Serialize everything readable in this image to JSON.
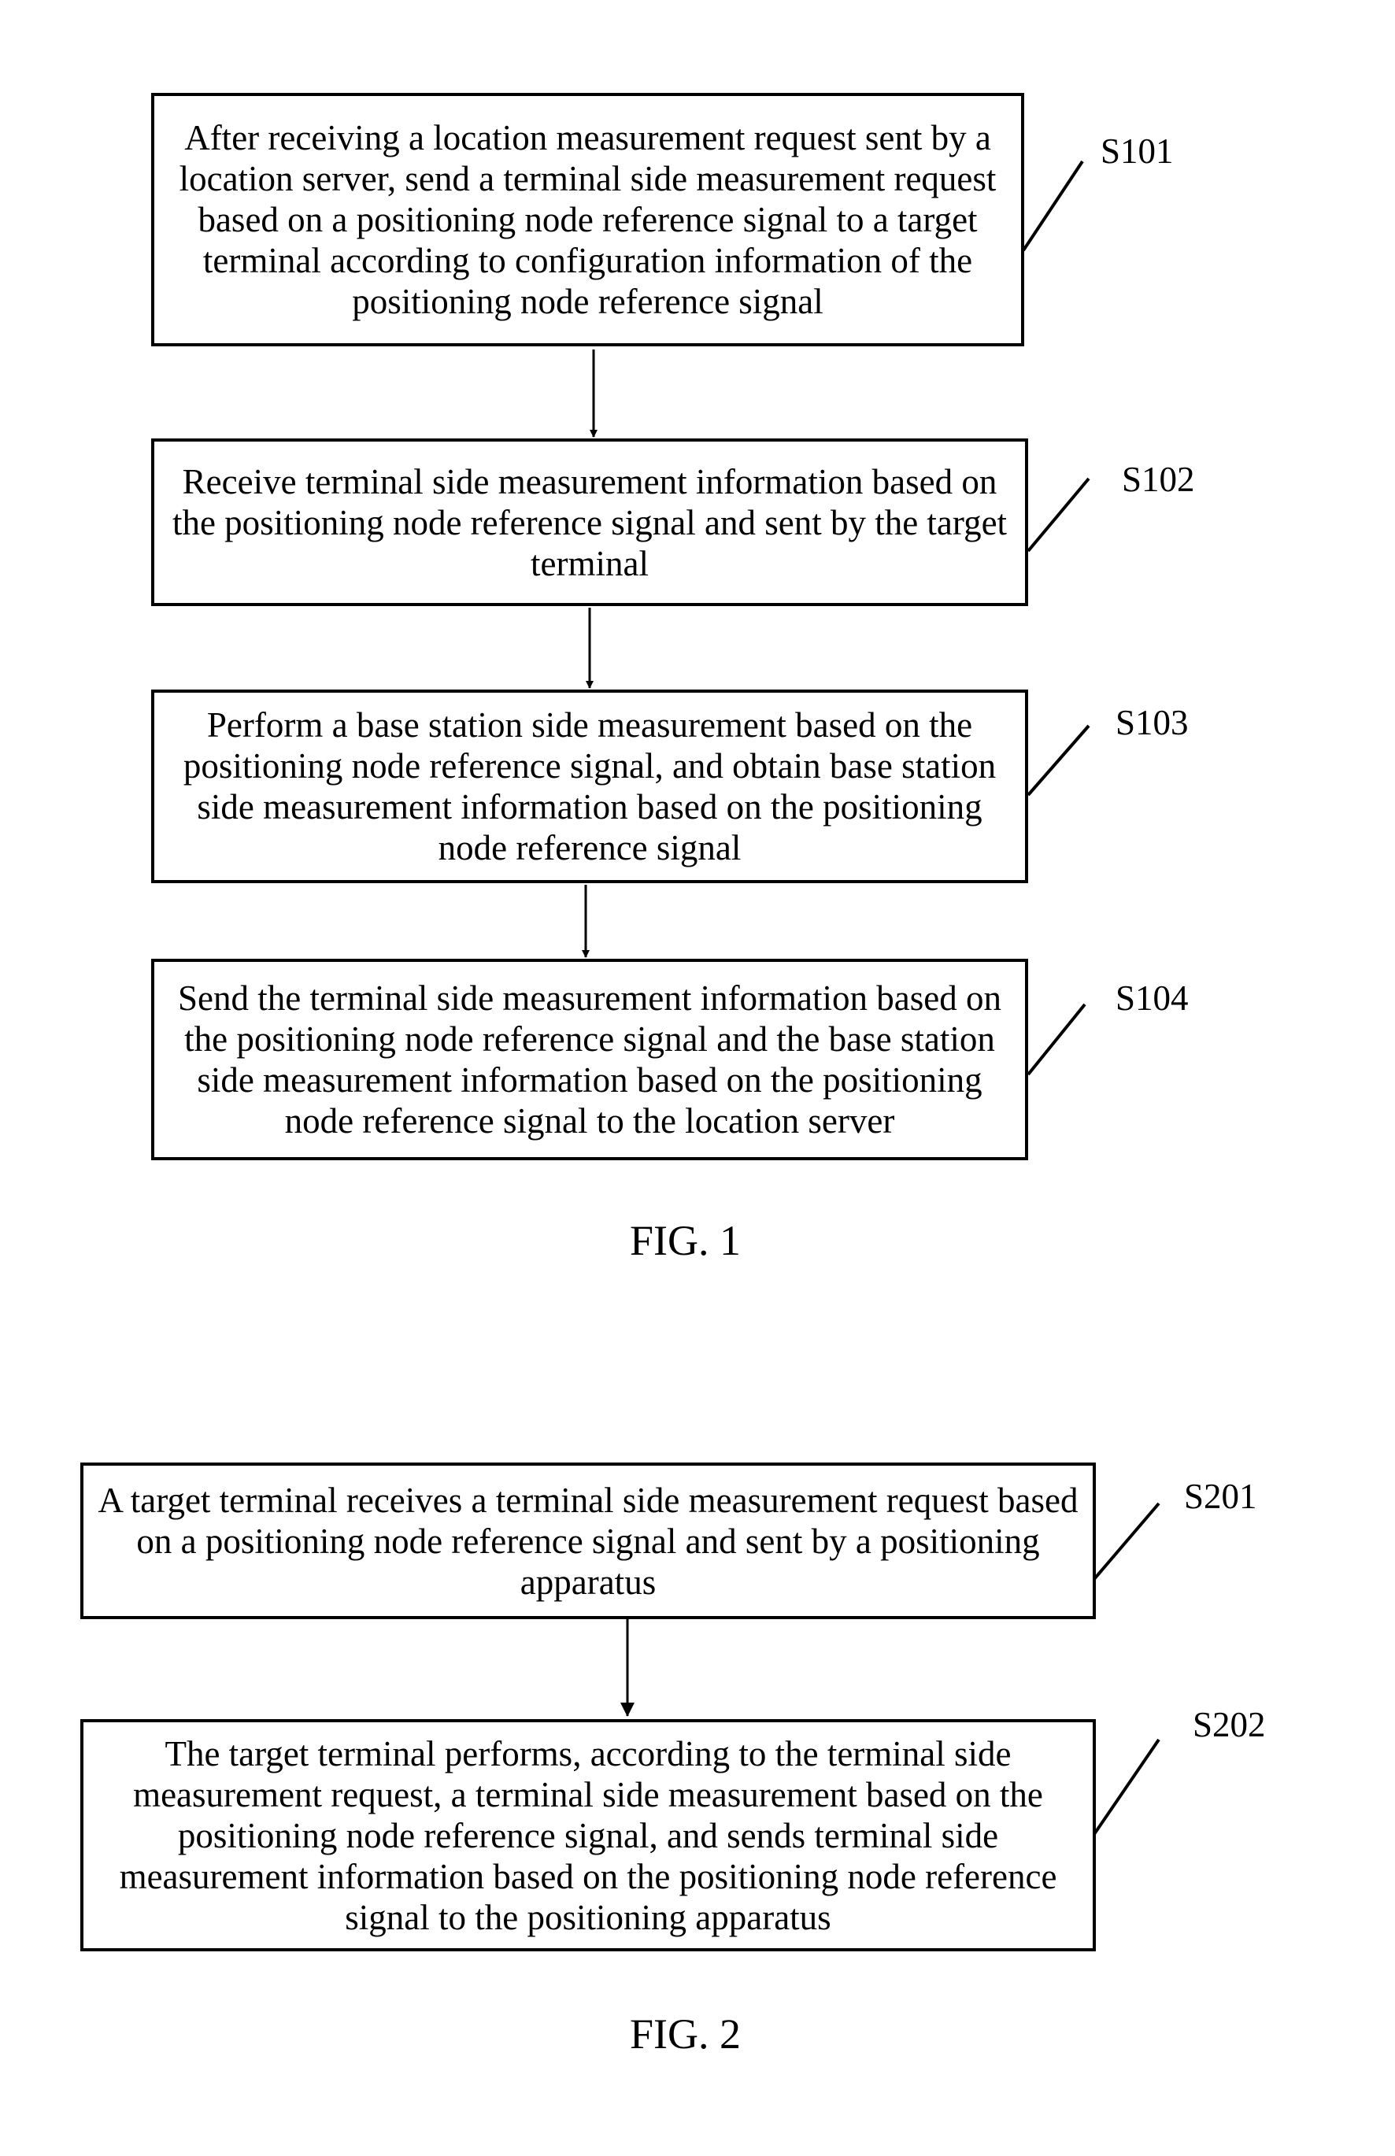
{
  "figure1": {
    "caption": "FIG. 1",
    "steps": [
      {
        "id": "S101",
        "text": "After receiving a location measurement request sent by a location server, send a terminal side measurement request based on a positioning node reference signal to a target terminal according to configuration information of the positioning node reference signal"
      },
      {
        "id": "S102",
        "text": "Receive terminal side measurement information based on the positioning node reference signal and sent by the target terminal"
      },
      {
        "id": "S103",
        "text": "Perform a base station side measurement based on the positioning node reference signal, and obtain base station side measurement information based on the positioning node reference signal"
      },
      {
        "id": "S104",
        "text": "Send the terminal side measurement information based on the positioning node reference signal and the base station side measurement information based on the positioning node reference signal to the location server"
      }
    ]
  },
  "figure2": {
    "caption": "FIG. 2",
    "steps": [
      {
        "id": "S201",
        "text": "A target terminal receives a terminal side measurement request based on a positioning node reference signal and sent by a positioning apparatus"
      },
      {
        "id": "S202",
        "text": "The target terminal performs, according to the terminal side measurement request, a terminal side measurement based on the positioning node reference signal, and sends terminal side measurement information based on the positioning node reference signal to the positioning apparatus"
      }
    ]
  }
}
